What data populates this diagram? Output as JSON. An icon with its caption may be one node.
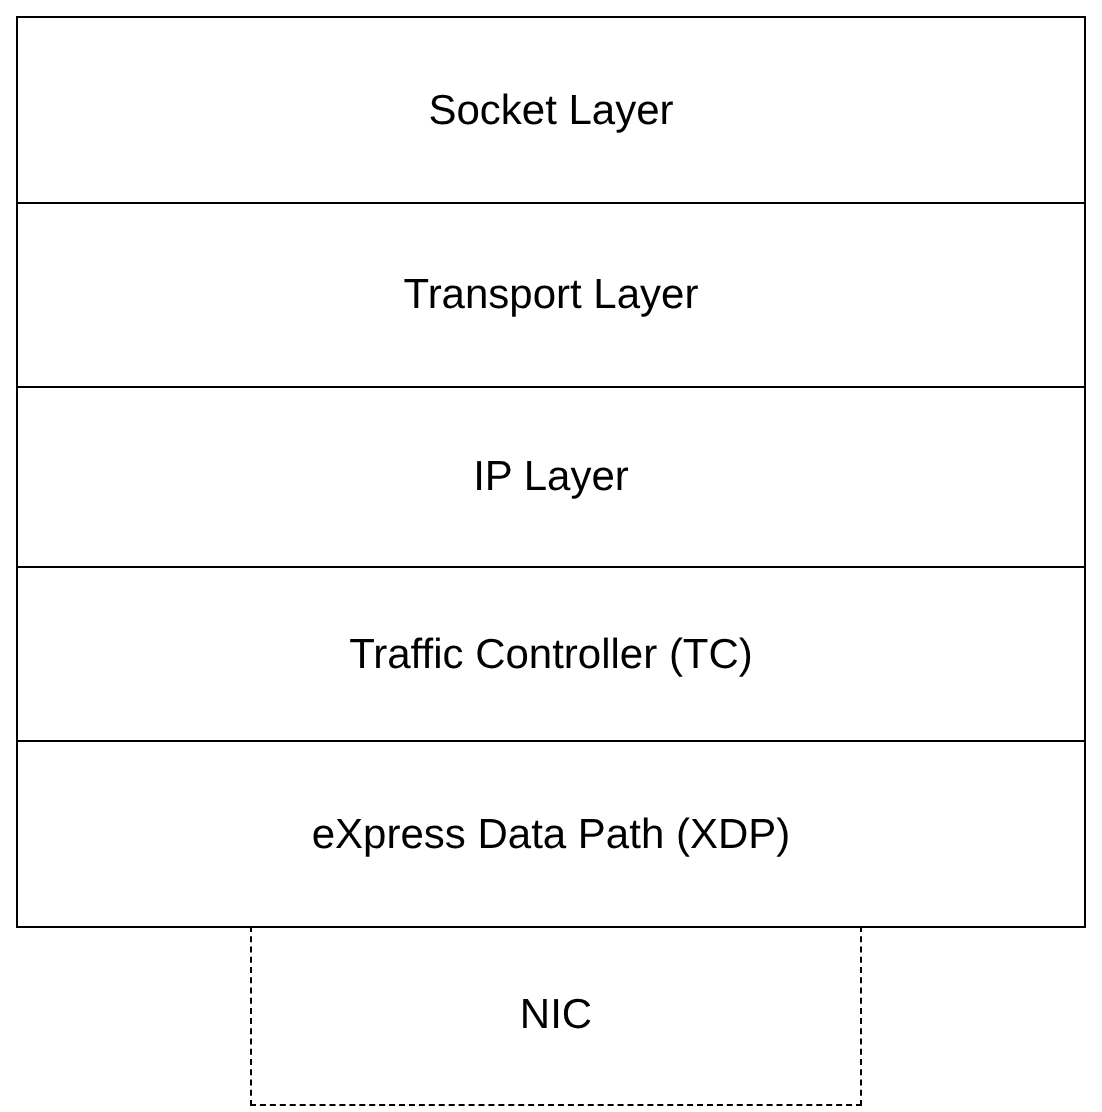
{
  "diagram": {
    "nodes": [
      {
        "text": [
          "Socket Layer"
        ]
      },
      {
        "text": [
          "Transport Layer"
        ]
      },
      {
        "text": [
          "IP Layer"
        ]
      },
      {
        "text": [
          "Traffic Controller (TC)"
        ]
      },
      {
        "text": [
          "eXpress Data Path (XDP)"
        ]
      },
      {
        "text": [
          "NIC"
        ]
      }
    ]
  }
}
